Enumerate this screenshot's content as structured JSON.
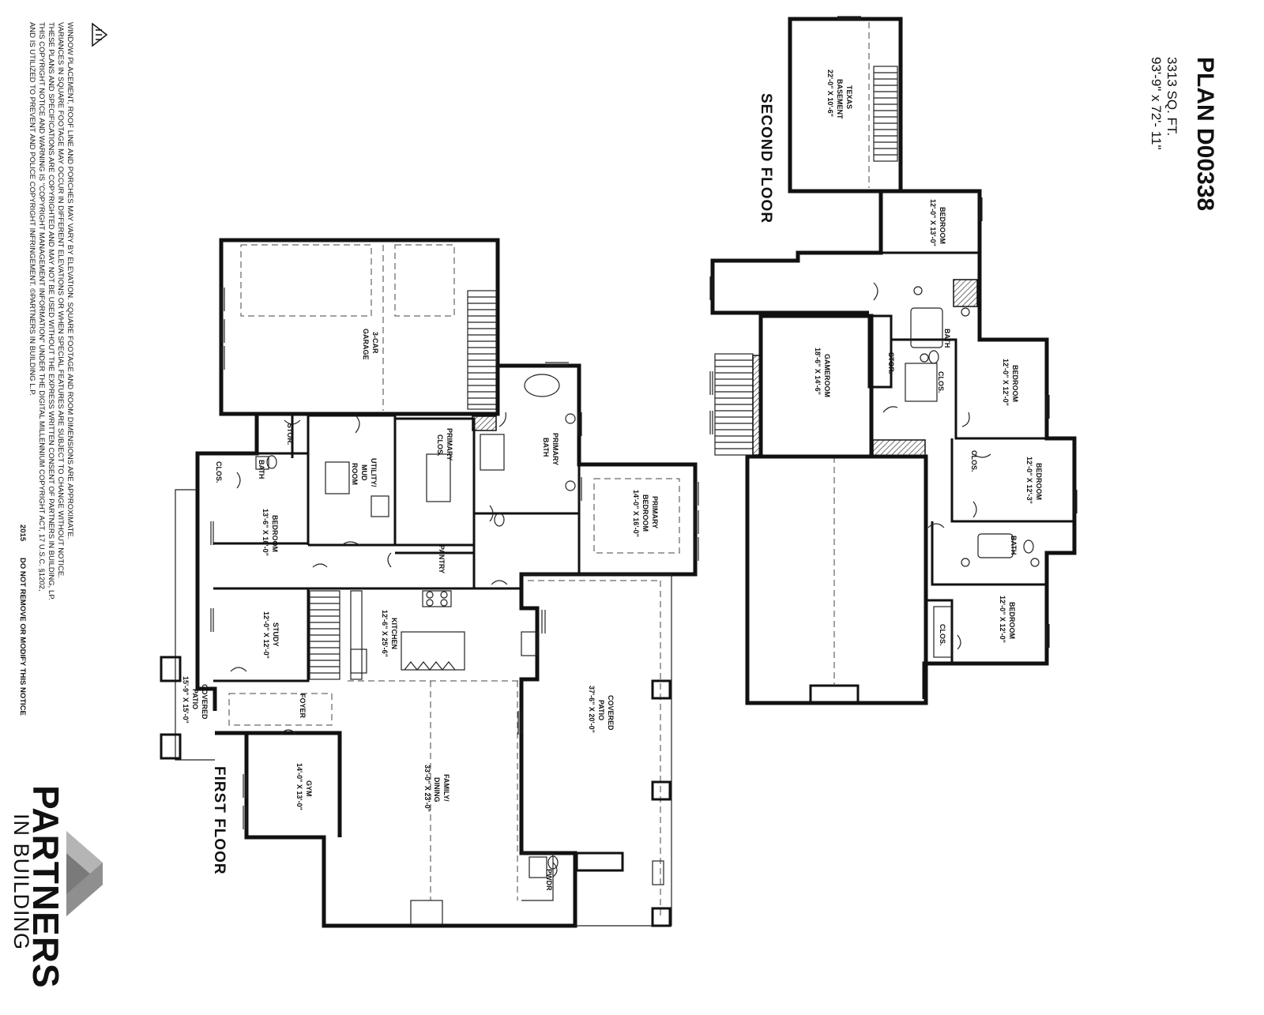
{
  "header": {
    "plan_title": "PLAN D00338",
    "sq_ft": "3313 SQ. FT.",
    "dimensions": "93'-9\" x 72'- 11\""
  },
  "floors": {
    "first_floor_label": "FIRST FLOOR",
    "second_floor_label": "SECOND FLOOR"
  },
  "first_floor_rooms": {
    "garage": {
      "name_1": "3-CAR",
      "name_2": "GARAGE"
    },
    "stor": {
      "name": "STOR."
    },
    "utility": {
      "name_1": "UTILITY/",
      "name_2": "MUD",
      "name_3": "ROOM"
    },
    "primary_clos": {
      "name_1": "PRIMARY",
      "name_2": "CLOS."
    },
    "primary_bath": {
      "name_1": "PRIMARY",
      "name_2": "BATH"
    },
    "primary_bedroom": {
      "name_1": "PRIMARY",
      "name_2": "BEDROOM",
      "size": "14'-0\" X 16'-0\""
    },
    "clos": {
      "name": "CLOS."
    },
    "bath": {
      "name": "BATH"
    },
    "bedroom": {
      "name": "BEDROOM",
      "size": "13'-6\" X 16'-0\""
    },
    "pantry": {
      "name": "PANTRY"
    },
    "study": {
      "name": "STUDY",
      "size": "12'-0\" X 12'-0\""
    },
    "kitchen": {
      "name": "KITCHEN",
      "size": "12'-6\" X 25'-6\""
    },
    "foyer": {
      "name": "FOYER"
    },
    "covered_patio_front": {
      "name_1": "COVERED",
      "name_2": "PATIO",
      "size": "15'-9\" X 15'-0\""
    },
    "gym": {
      "name": "GYM",
      "size": "14'-0\" X 13'-0\""
    },
    "family_dining": {
      "name_1": "FAMILY/",
      "name_2": "DINING",
      "size": "33'-0\" X 23'-0\""
    },
    "covered_patio_rear": {
      "name_1": "COVERED",
      "name_2": "PATIO",
      "size": "37'-6\" X 20'-0\""
    },
    "pwdr": {
      "name": "PWDR"
    }
  },
  "second_floor_rooms": {
    "texas_basement": {
      "name_1": "TEXAS",
      "name_2": "BASEMENT",
      "size": "22'-0\" X 10'-6\""
    },
    "bedroom_1": {
      "name": "BEDROOM",
      "size": "12'-0\" X 13'-0\""
    },
    "bath_1": {
      "name": "BATH"
    },
    "stor": {
      "name": "STOR."
    },
    "clos_1": {
      "name": "CLOS."
    },
    "gameroom": {
      "name": "GAMEROOM",
      "size": "18'-6\" X 14'-6\""
    },
    "bedroom_2": {
      "name": "BEDROOM",
      "size": "12'-0\" X 12'-0\""
    },
    "bedroom_3": {
      "name": "BEDROOM",
      "size": "12'-0\" X 12'-3\""
    },
    "clos_2": {
      "name": "CLOS."
    },
    "bath_2": {
      "name": "BATH"
    },
    "bedroom_4": {
      "name": "BEDROOM",
      "size": "12'-0\" X 12'-0\""
    },
    "clos_3": {
      "name": "CLOS."
    }
  },
  "disclaimer": {
    "line_1": "WINDOW PLACEMENT, ROOF LINE AND PORCHES MAY VARY BY ELEVATION. SQUARE FOOTAGE AND ROOM DIMENSIONS ARE APPROXIMATE.",
    "line_2": "VARIANCES IN SQUARE FOOTAGE MAY OCCUR IN DIFFERENT ELEVATIONS OR WHEN SPECIAL FEATURES ARE SUBJECT TO CHANGE WITHOUT NOTICE.",
    "line_3": "THESE PLANS AND SPECIFICATIONS ARE COPYRIGHTED AND MAY NOT BE USED WITHOUT THE EXPRESS WRITTEN CONSENT OF PARTNERS IN BUILDING, LP.",
    "line_4": "THIS COPYRIGHT NOTICE AND WARNING IS \"COPYRIGHT MANAGEMENT INFORMATION\" UNDER THE DIGITAL MILLENNIUM COPYRIGHT ACT, 17 U.S.C.   §1202,",
    "line_5": "AND IS UTILIZED TO PREVENT AND POLICE COPYRIGHT INFRINGEMENT.  ©PARTNERS IN BUILDING L.P.",
    "year": "2015",
    "warning": "DO NOT REMOVE OR MODIFY THIS NOTICE"
  },
  "brand": {
    "name": "PARTNERS",
    "tagline": "IN BUILDING"
  },
  "colors": {
    "ink": "#111111",
    "logo_gray_dark": "#7a7a7a",
    "logo_gray_light": "#b5b5b5"
  }
}
